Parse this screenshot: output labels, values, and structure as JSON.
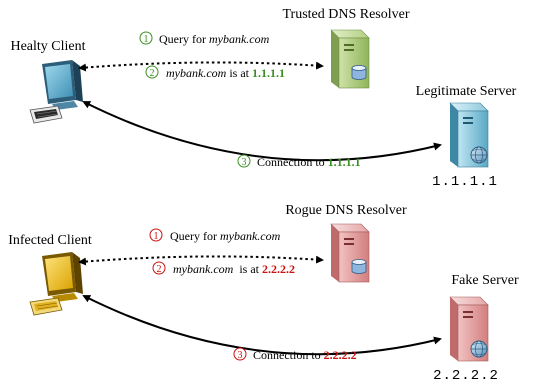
{
  "colors": {
    "green": "#3a8f23",
    "red": "#cc1111",
    "arrow": "#000000"
  },
  "top": {
    "client_label": "Healty Client",
    "resolver_label": "Trusted DNS Resolver",
    "server_label": "Legitimate Server",
    "server_ip_caption": "1.1.1.1",
    "step1_num": "1",
    "step1_text": "Query for ",
    "step1_domain": "mybank.com",
    "step2_num": "2",
    "step2_domain": "mybank.com",
    "step2_text": " is at ",
    "step2_ip": "1.1.1.1",
    "step3_num": "3",
    "step3_text": "Connection to ",
    "step3_ip": "1.1.1.1"
  },
  "bottom": {
    "client_label": "Infected Client",
    "resolver_label": "Rogue DNS Resolver",
    "server_label": "Fake Server",
    "server_ip_caption": "2.2.2.2",
    "step1_num": "1",
    "step1_text": "Query for ",
    "step1_domain": "mybank.com",
    "step2_num": "2",
    "step2_domain": "mybank.com",
    "step2_text": "  is at ",
    "step2_ip": "2.2.2.2",
    "step3_num": "3",
    "step3_text": "Connection to ",
    "step3_ip": "2.2.2.2"
  }
}
